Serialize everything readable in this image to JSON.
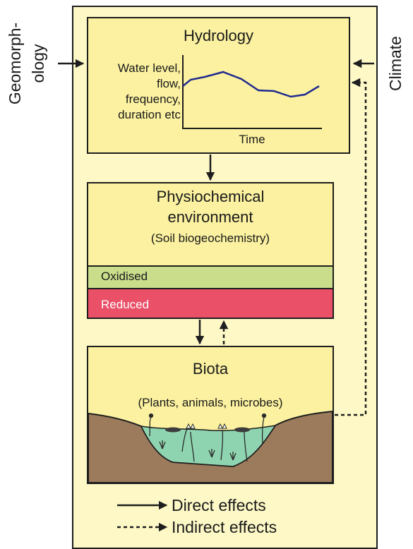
{
  "left_input": {
    "line1": "Geomorph-",
    "line2": "ology"
  },
  "right_input": {
    "label": "Climate"
  },
  "hydrology": {
    "title": "Hydrology",
    "ylabel_lines": [
      "Water level,",
      "flow,",
      "frequency,",
      "duration etc"
    ],
    "xlabel": "Time"
  },
  "physiochemical": {
    "title_line1": "Physiochemical",
    "title_line2": "environment",
    "subtitle": "(Soil biogeochemistry)",
    "oxidised_label": "Oxidised",
    "reduced_label": "Reduced",
    "oxidised_color": "#c9dd8b",
    "reduced_color": "#ea5168"
  },
  "biota": {
    "title": "Biota",
    "subtitle": "(Plants, animals, microbes)",
    "soil_color": "#9c7b5d",
    "water_color": "#8fd4b0"
  },
  "legend": {
    "direct_label": "Direct effects",
    "indirect_label": "Indirect effects"
  }
}
